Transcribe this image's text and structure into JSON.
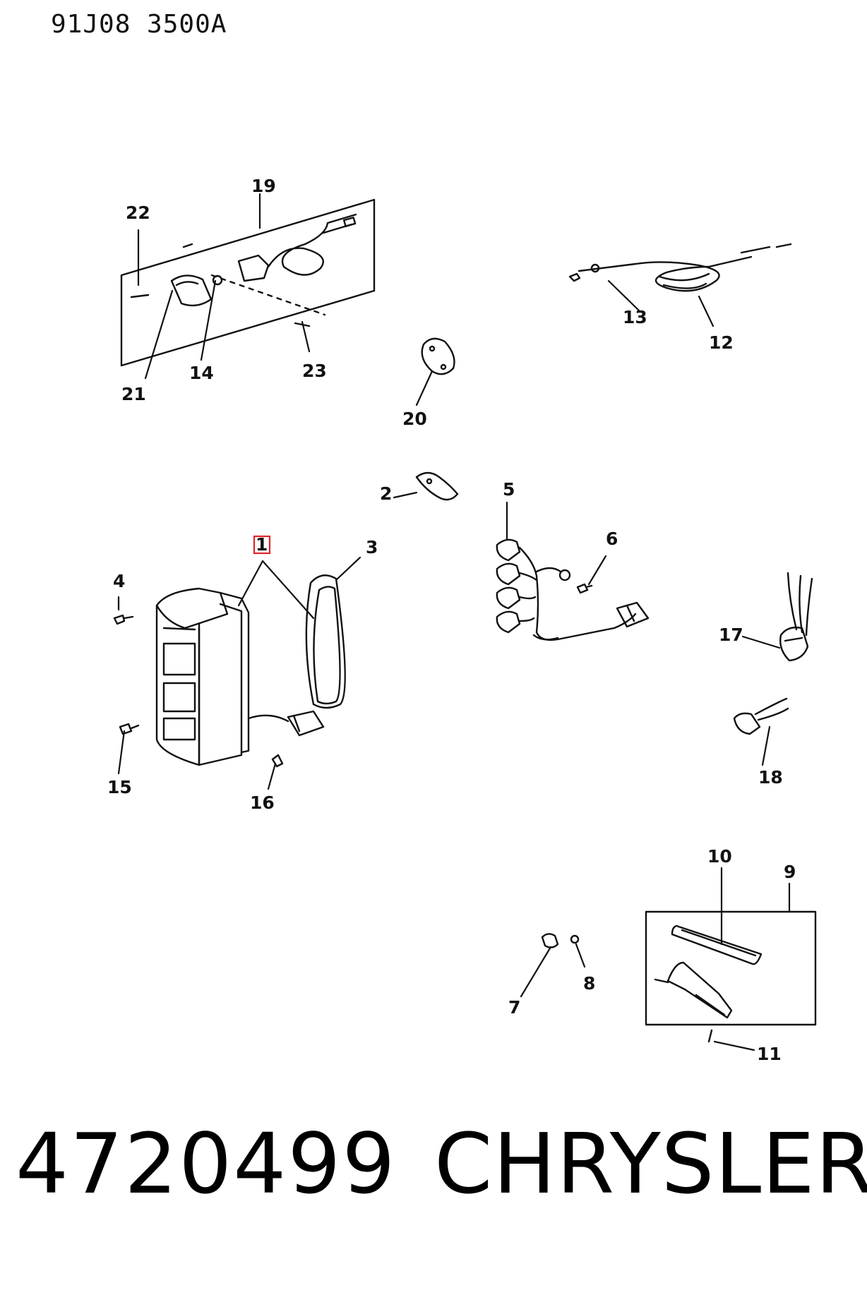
{
  "header": {
    "code": "91J08  3500A"
  },
  "callouts": {
    "c1": "1",
    "c2": "2",
    "c3": "3",
    "c4": "4",
    "c5": "5",
    "c6": "6",
    "c7": "7",
    "c8": "8",
    "c9": "9",
    "c10": "10",
    "c11": "11",
    "c12": "12",
    "c13": "13",
    "c14": "14",
    "c15": "15",
    "c16": "16",
    "c17": "17",
    "c18": "18",
    "c19": "19",
    "c20": "20",
    "c21": "21",
    "c22": "22",
    "c23": "23"
  },
  "highlight": {
    "color": "#e0242a",
    "callout": "1"
  },
  "footer": {
    "part_number": "4720499",
    "brand": "CHRYSLER"
  }
}
